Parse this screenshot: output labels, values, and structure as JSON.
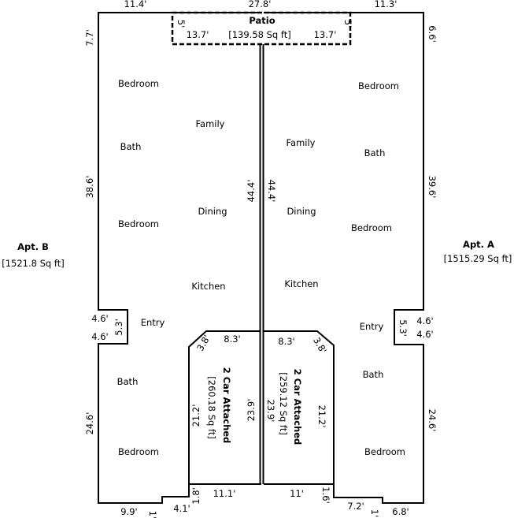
{
  "patio": {
    "title": "Patio",
    "area": "[139.58 Sq ft]",
    "w_left": "13.7'",
    "w_right": "13.7'",
    "d_left": "5'",
    "d_right": "5'"
  },
  "top_dims": {
    "left": "11.4'",
    "mid": "27.8'",
    "right": "11.3'"
  },
  "apt_b": {
    "title": "Apt. B",
    "area": "[1521.8 Sq ft]",
    "rooms": [
      "Bedroom",
      "Bath",
      "Bedroom",
      "Family",
      "Dining",
      "Kitchen",
      "Entry",
      "Bath",
      "Bedroom"
    ],
    "dims": {
      "top_side": "7.7'",
      "upper_side": "38.6'",
      "center": "44.4'",
      "entry_top": "4.6'",
      "entry_depth": "5.3'",
      "entry_bottom": "4.6'",
      "lower_side": "24.6'",
      "bottom_left": "9.9'",
      "bottom_step": "1'",
      "bottom_mid": "4.1'"
    }
  },
  "apt_a": {
    "title": "Apt. A",
    "area": "[1515.29 Sq ft]",
    "rooms": [
      "Bedroom",
      "Family",
      "Bath",
      "Dining",
      "Bedroom",
      "Kitchen",
      "Entry",
      "Bath",
      "Bedroom"
    ],
    "dims": {
      "top_side": "6.6'",
      "upper_side": "39.6'",
      "center": "44.4'",
      "entry_top": "4.6'",
      "entry_depth": "5.3'",
      "entry_bottom": "4.6'",
      "lower_side": "24.6'",
      "bottom_mid": "7.2'",
      "bottom_step": "1'",
      "bottom_right": "6.8'"
    }
  },
  "garage_b": {
    "line1": "2 Car Attached",
    "line2": "[260.18 Sq ft]",
    "top": "8.3'",
    "corner": "3.8'",
    "side": "21.2'",
    "depth": "23.9'",
    "bottom": "11.1'",
    "bottom_step": "1.8'"
  },
  "garage_a": {
    "line1": "2 Car Attached",
    "line2": "[259.12 Sq ft]",
    "top": "8.3'",
    "corner": "3.8'",
    "side": "21.2'",
    "depth": "23.9'",
    "bottom": "11'",
    "bottom_step": "1.6'"
  }
}
